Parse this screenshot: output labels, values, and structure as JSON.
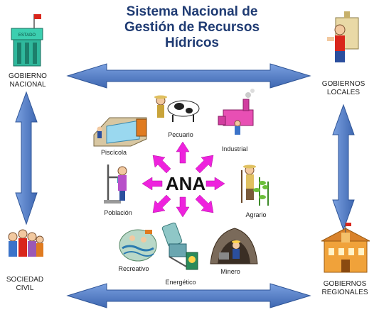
{
  "title": {
    "line1": "Sistema Nacional de",
    "line2": "Gestión de Recursos",
    "line3": "Hídricos"
  },
  "actors": {
    "gobierno_nacional": {
      "line1": "GOBIERNO",
      "line2": "NACIONAL",
      "seal_text": "ESTADO"
    },
    "gobiernos_locales": {
      "line1": "GOBIERNOS",
      "line2": "LOCALES"
    },
    "sociedad_civil": {
      "line1": "SOCIEDAD",
      "line2": "CIVIL"
    },
    "gobiernos_regionales": {
      "line1": "GOBIERNOS",
      "line2": "REGIONALES"
    }
  },
  "center": {
    "label": "ANA"
  },
  "sectors": {
    "pecuario": "Pecuario",
    "industrial": "Industrial",
    "piscicola": "Piscícola",
    "poblacion": "Población",
    "agrario": "Agrario",
    "recreativo": "Recreativo",
    "energetico": "Energético",
    "minero": "Minero"
  },
  "colors": {
    "title": "#1f3b73",
    "arrow_fill": "#4f7ac7",
    "arrow_stroke": "#2f5597",
    "ana_arrows": "#ee22dd"
  }
}
